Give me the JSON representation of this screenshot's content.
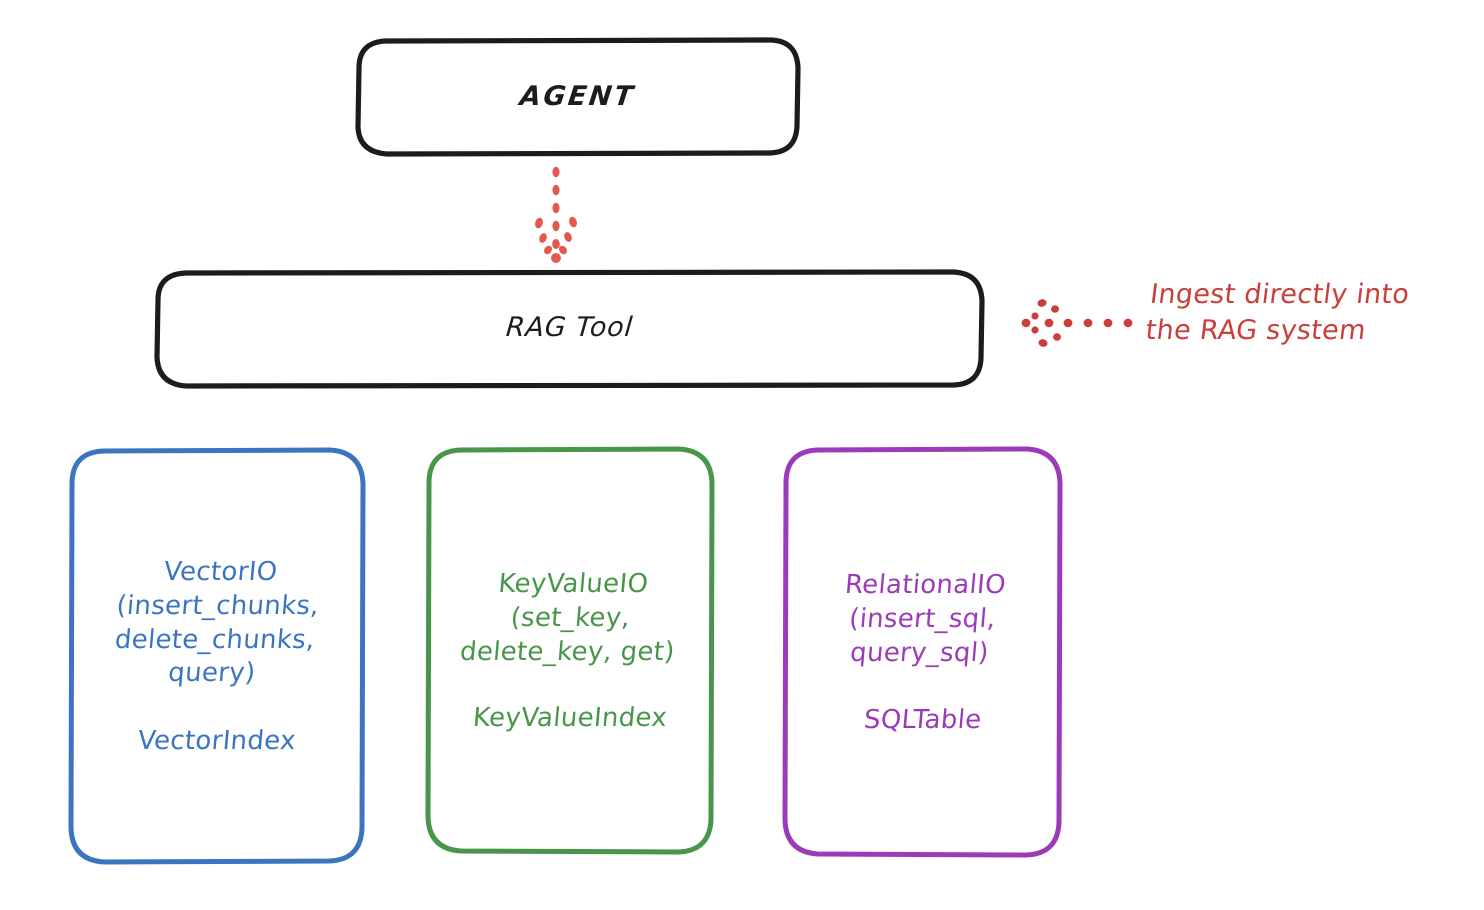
{
  "diagram": {
    "title": "RAG Tool architecture (hand-drawn style)",
    "background_color": "#ffffff",
    "nodes": {
      "agent": {
        "label": "AGENT",
        "stroke_color": "#1c1c1c"
      },
      "rag_tool": {
        "label": "RAG Tool",
        "stroke_color": "#1c1c1c"
      },
      "vector_io": {
        "label": "VectorIO\n(insert_chunks,\ndelete_chunks,\nquery)",
        "sublabel": "VectorIndex",
        "stroke_color": "#3b75c0"
      },
      "key_value_io": {
        "label": "KeyValueIO\n(set_key,\ndelete_key, get)",
        "sublabel": "KeyValueIndex",
        "stroke_color": "#47964a"
      },
      "relational_io": {
        "label": "RelationalIO\n(insert_sql,\nquery_sql)",
        "sublabel": "SQLTable",
        "stroke_color": "#9c3bb8"
      }
    },
    "annotations": {
      "ingest": {
        "text": "Ingest directly into\nthe RAG system",
        "color": "#c9403a"
      }
    },
    "connectors": {
      "agent_to_rag_tool": {
        "style": "dotted-arrow-down",
        "color": "#e05a52"
      },
      "annotation_to_rag_tool": {
        "style": "dotted-arrow-left",
        "color": "#c9403a"
      }
    }
  }
}
